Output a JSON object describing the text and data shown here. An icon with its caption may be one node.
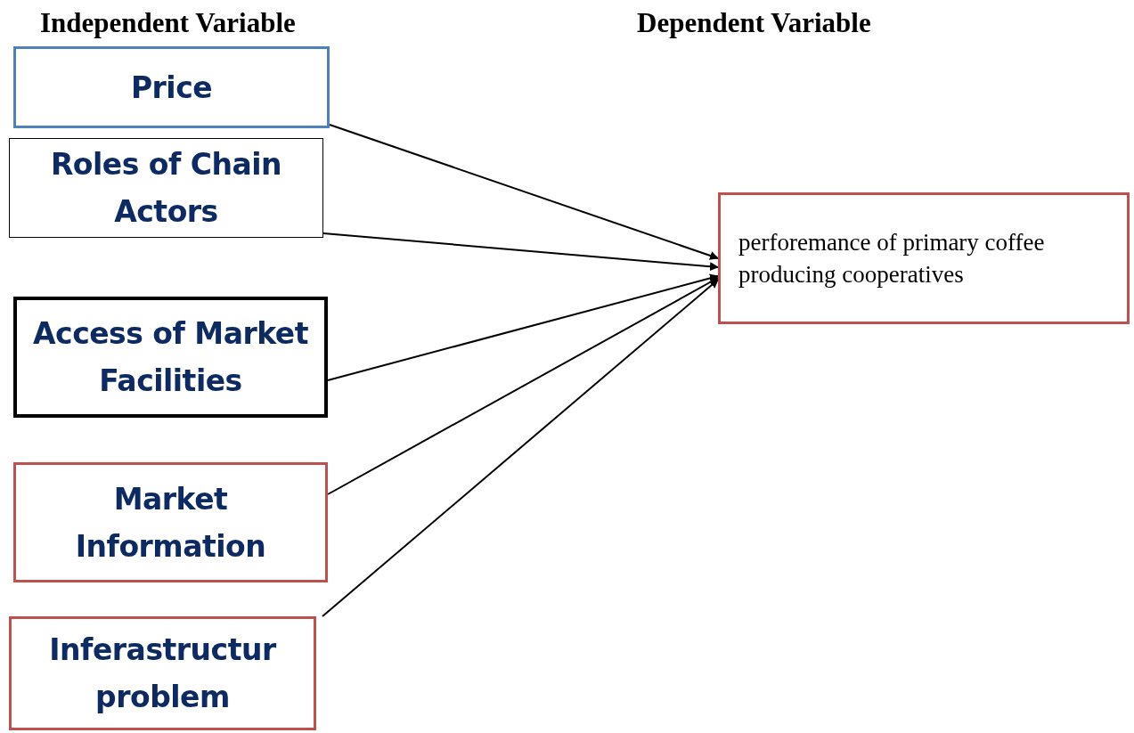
{
  "diagram": {
    "nodes": [
      {
        "text": [
          "Price"
        ]
      },
      {
        "text": [
          "Roles of Chain Actors"
        ]
      },
      {
        "text": [
          "Access of Market Facilities"
        ]
      },
      {
        "text": [
          "Market Information"
        ]
      },
      {
        "text": [
          "Inferastructur problem"
        ]
      },
      {
        "text": [
          "perforemance of primary coffee producing cooperatives"
        ]
      }
    ],
    "edges": [
      {
        "from": 0,
        "to": 5,
        "arrow": "to"
      },
      {
        "from": 1,
        "to": 5,
        "arrow": "to"
      },
      {
        "from": 2,
        "to": 5,
        "arrow": "to"
      },
      {
        "from": 3,
        "to": 5,
        "arrow": "to"
      },
      {
        "from": 4,
        "to": 5,
        "arrow": "to"
      }
    ],
    "labels": [
      "Independent Variable",
      "Dependent Variable"
    ]
  }
}
